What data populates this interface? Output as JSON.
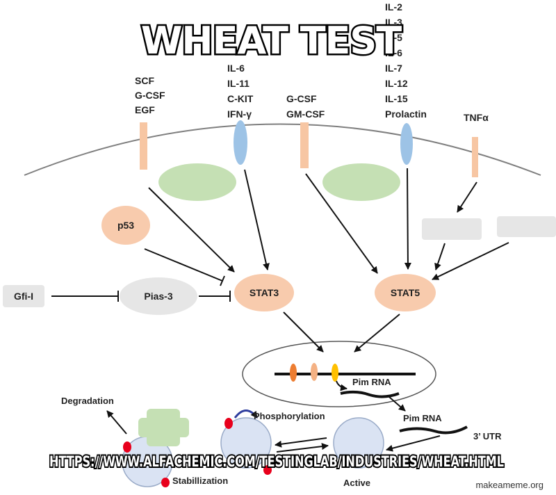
{
  "meme": {
    "top_text": "WHEAT TEST",
    "bottom_text": "HTTPS://WWW.ALFACHEMIC.COM/TESTINGLAB/INDUSTRIES/WHEAT.HTML",
    "watermark": "makeameme.org"
  },
  "diagram": {
    "receptor_groups": [
      {
        "id": "scf",
        "lines": [
          "SCF",
          "G-CSF",
          "EGF"
        ]
      },
      {
        "id": "il6",
        "lines": [
          "IL-6",
          "IL-11",
          "C-KIT",
          "IFN-γ"
        ]
      },
      {
        "id": "gcsf",
        "lines": [
          "G-CSF",
          "GM-CSF"
        ]
      },
      {
        "id": "il2",
        "lines": [
          "IL-2",
          "IL-3",
          "IL-5",
          "IL-6",
          "IL-7",
          "IL-12",
          "IL-15",
          "Prolactin"
        ]
      },
      {
        "id": "tnf",
        "lines": [
          "TNFα"
        ]
      }
    ],
    "nodes": {
      "p53": "p53",
      "gfi": "Gfi-I",
      "pias": "Pias-3",
      "stat3": "STAT3",
      "stat5": "STAT5",
      "pim_rna_nucleus": "Pim RNA",
      "pim_rna_cyto": "Pim RNA",
      "utr": "3’ UTR",
      "degradation": "Degradation",
      "phosphorylation": "Phosphorylation",
      "stabilization": "Stabillization",
      "active": "Active"
    },
    "colors": {
      "receptor_bar": "#f7c6a3",
      "receptor_oval": "#9dc3e6",
      "jak": "#c5e0b4",
      "peach": "#f8cbad",
      "gray": "#e6e6e6",
      "cell": "#dae3f3",
      "red_dot": "#e8001c",
      "orange": "#ed7d31",
      "amber": "#ffc000",
      "curl": "#2f3e9e"
    }
  }
}
